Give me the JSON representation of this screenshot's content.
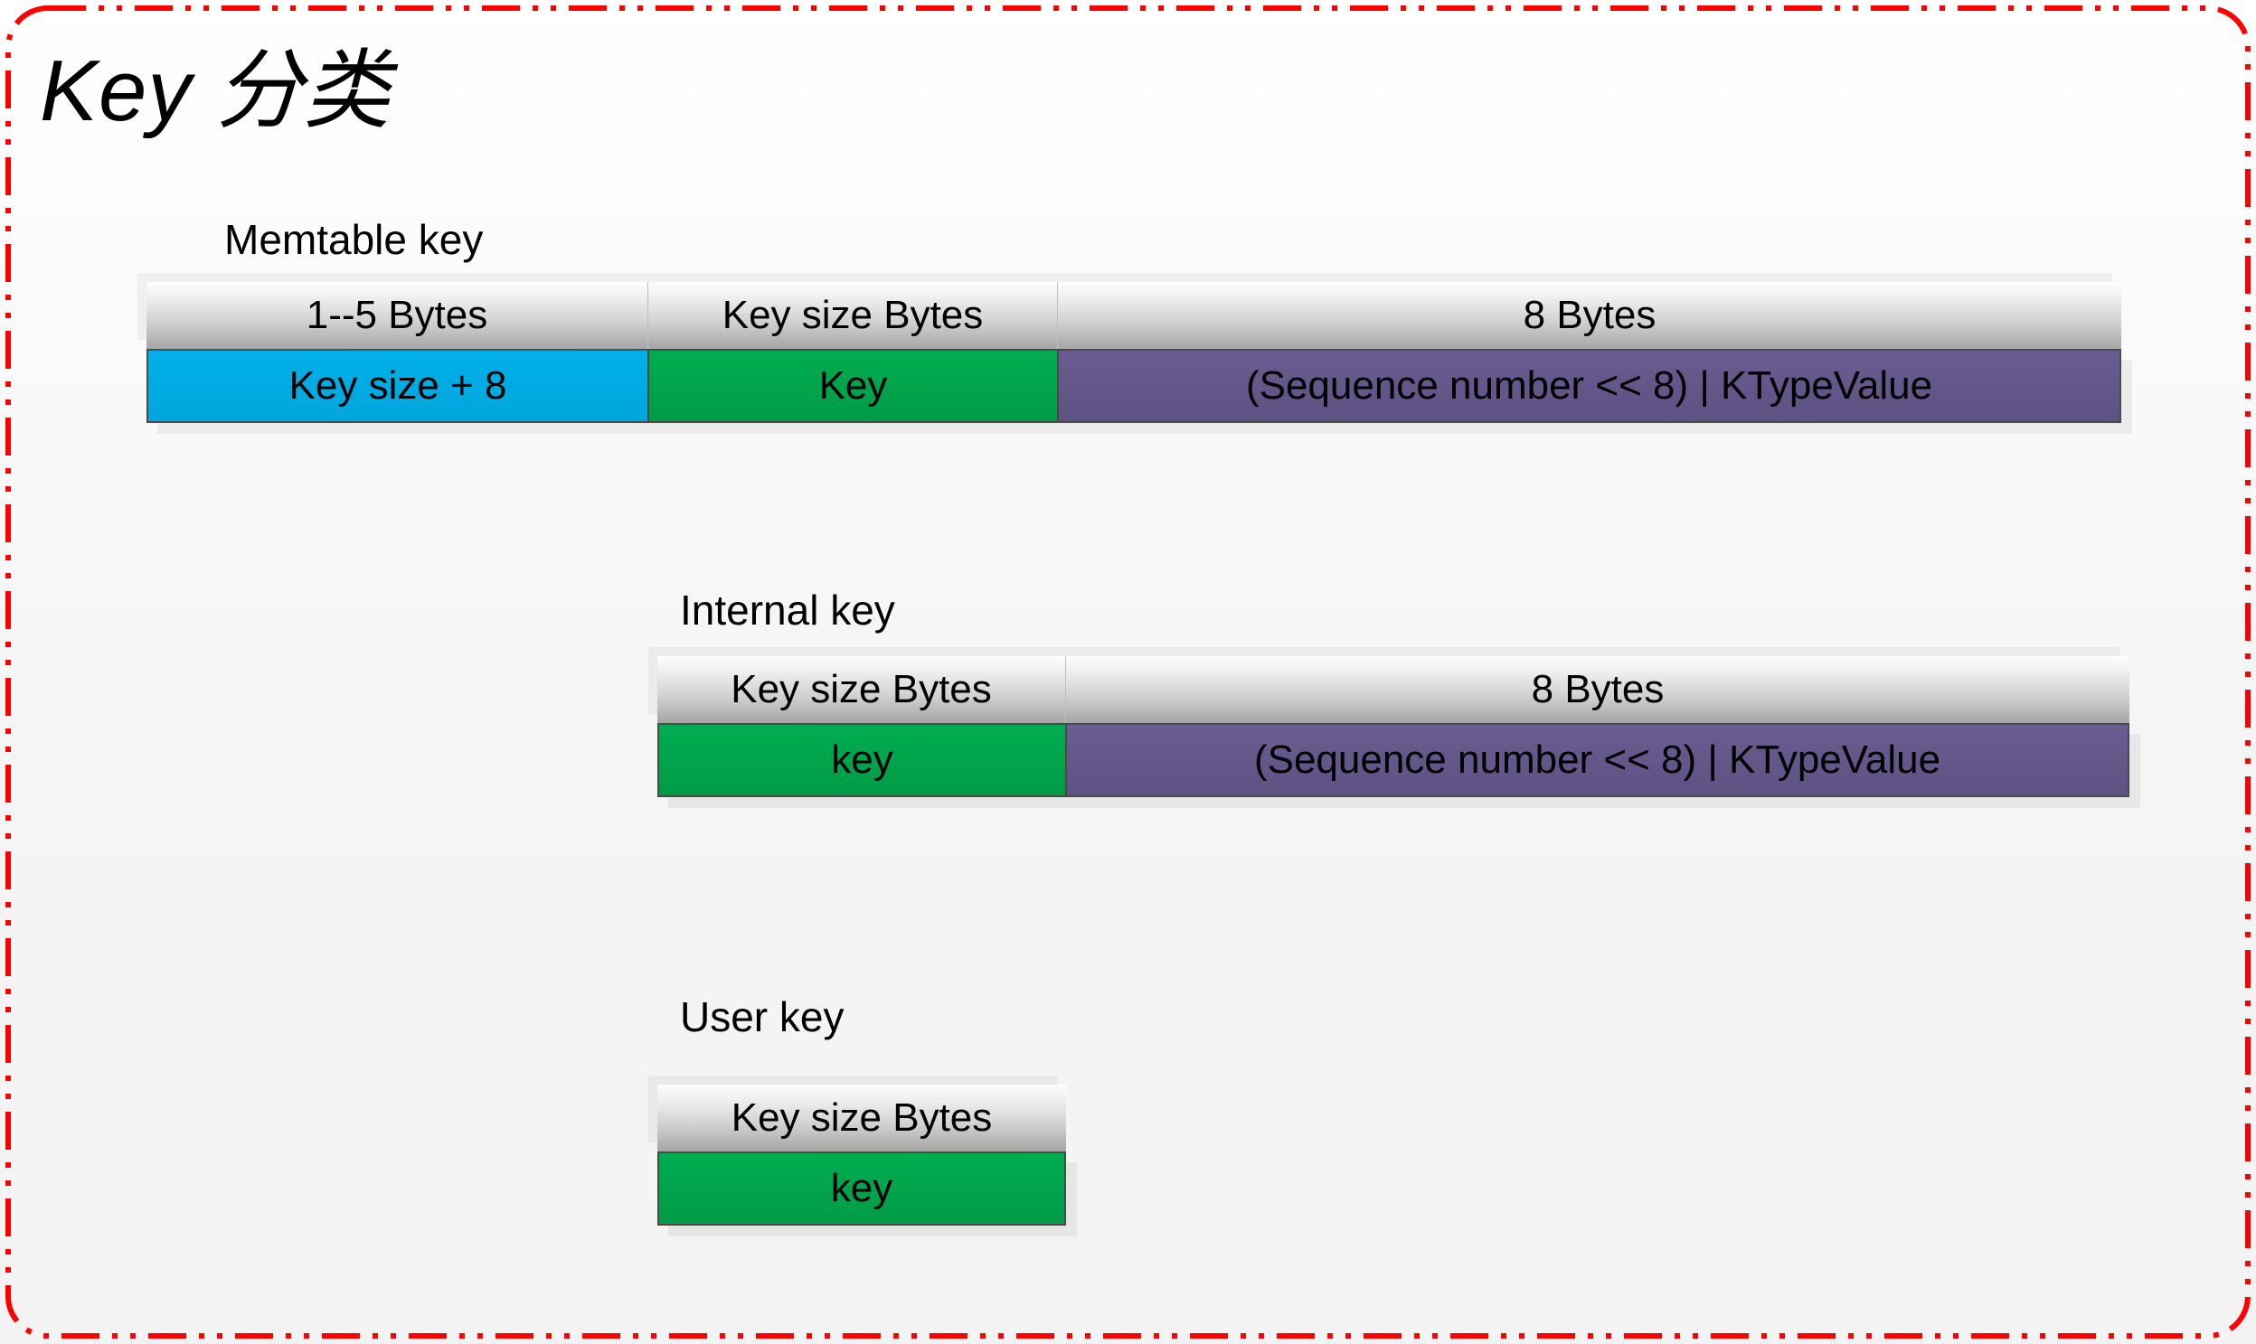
{
  "slide": {
    "title_latin": "Key",
    "title_cjk": "分类",
    "border_color": "#ff0000",
    "background": "#f5f5f5"
  },
  "palette": {
    "blue": "#00ADE4",
    "green": "#00A94F",
    "purple": "#655889",
    "header_gradient_top": "#FDFDFD",
    "header_gradient_bottom": "#A8A8A8",
    "cell_border": "#4A4A4A"
  },
  "sections": [
    {
      "caption": "Memtable key",
      "headers": [
        "1--5 Bytes",
        "Key size Bytes",
        "8 Bytes"
      ],
      "values": [
        "Key size + 8",
        "Key",
        "(Sequence number  << 8) | KTypeValue"
      ],
      "colors": [
        "blue",
        "green",
        "purple"
      ]
    },
    {
      "caption": "Internal key",
      "headers": [
        "Key size Bytes",
        "8 Bytes"
      ],
      "values": [
        "key",
        "(Sequence number  << 8) | KTypeValue"
      ],
      "colors": [
        "green",
        "purple"
      ]
    },
    {
      "caption": "User key",
      "headers": [
        "Key size Bytes"
      ],
      "values": [
        "key"
      ],
      "colors": [
        "green"
      ]
    }
  ]
}
